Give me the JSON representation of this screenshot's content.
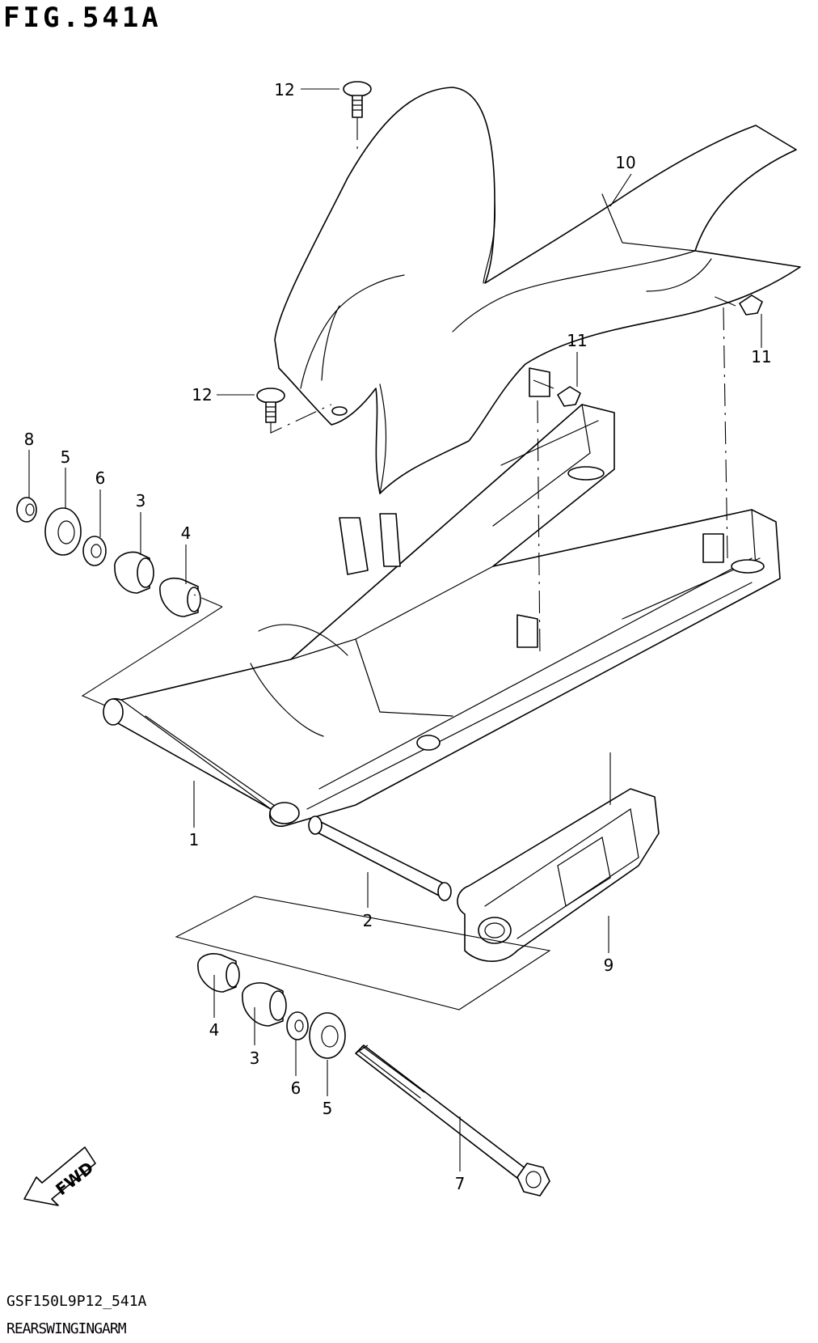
{
  "figure_title": "FIG.541A",
  "footer": {
    "code": "GSF150L9P12_541A",
    "name": "REARSWINGINGARM"
  },
  "fwd_label": "FWD",
  "callouts": [
    "1",
    "2",
    "3",
    "3",
    "4",
    "4",
    "5",
    "5",
    "6",
    "6",
    "7",
    "8",
    "9",
    "10",
    "11",
    "11",
    "12",
    "12"
  ]
}
